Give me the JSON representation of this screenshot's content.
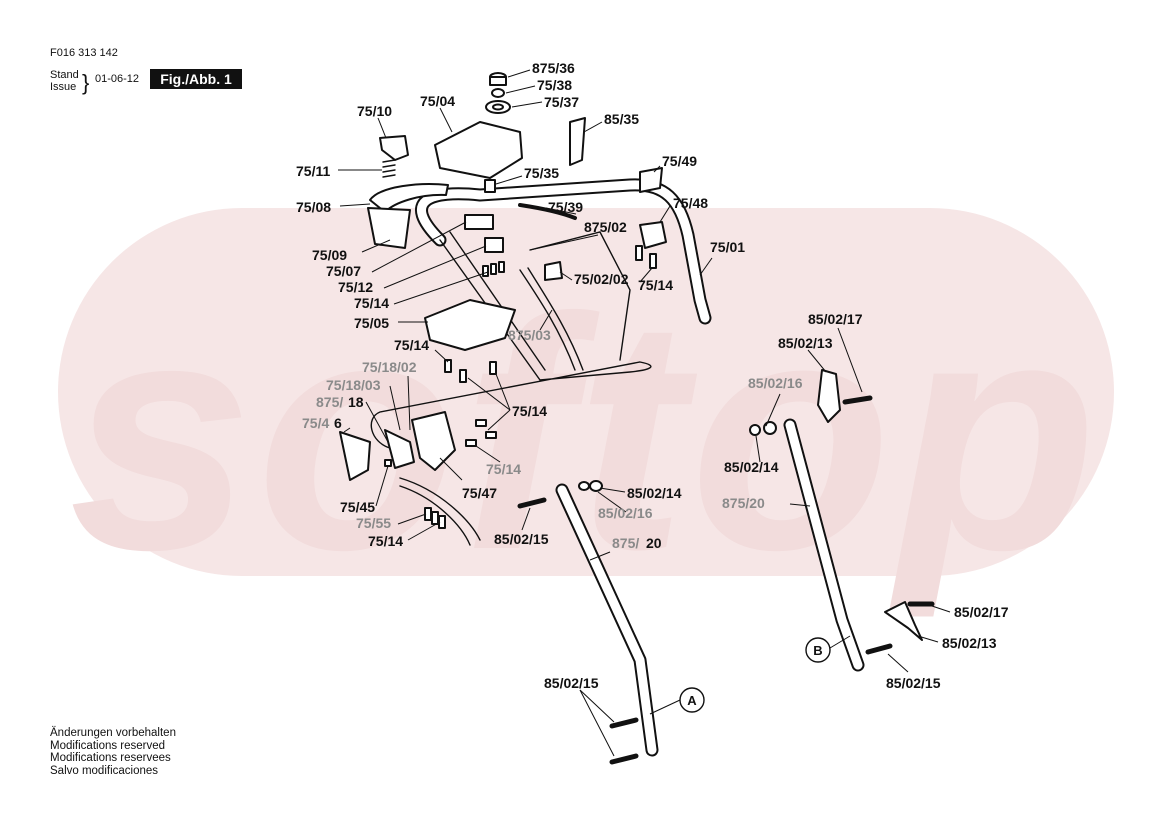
{
  "header": {
    "doc_number": "F016 313 142",
    "stand_label": "Stand",
    "issue_label": "Issue",
    "brace": "}",
    "date": "01-06-12",
    "figure_label": "Fig./Abb. 1"
  },
  "watermark": {
    "text": "softop",
    "color": "#f2dcdc",
    "frame_color": "#f6e6e6"
  },
  "callouts": [
    {
      "id": "c1",
      "text": "875/36",
      "faded": false
    },
    {
      "id": "c2",
      "text": "75/38",
      "faded": false
    },
    {
      "id": "c3",
      "text": "75/37",
      "faded": false
    },
    {
      "id": "c4",
      "text": "85/35",
      "faded": false
    },
    {
      "id": "c5",
      "text": "75/10",
      "faded": false
    },
    {
      "id": "c6",
      "text": "75/04",
      "faded": false
    },
    {
      "id": "c7",
      "text": "75/11",
      "faded": false
    },
    {
      "id": "c8",
      "text": "75/35",
      "faded": false
    },
    {
      "id": "c9",
      "text": "75/49",
      "faded": false
    },
    {
      "id": "c10",
      "text": "75/08",
      "faded": false
    },
    {
      "id": "c11",
      "text": "75/39",
      "faded": false
    },
    {
      "id": "c12",
      "text": "75/48",
      "faded": false
    },
    {
      "id": "c13",
      "text": "875/02",
      "faded": false
    },
    {
      "id": "c14",
      "text": "75/09",
      "faded": false
    },
    {
      "id": "c15",
      "text": "75/01",
      "faded": false
    },
    {
      "id": "c16",
      "text": "75/07",
      "faded": false
    },
    {
      "id": "c17",
      "text": "75/02/02",
      "faded": false
    },
    {
      "id": "c18",
      "text": "75/12",
      "faded": false
    },
    {
      "id": "c19",
      "text": "75/14",
      "faded": false
    },
    {
      "id": "c20",
      "text": "75/14",
      "faded": false
    },
    {
      "id": "c21",
      "text": "75/05",
      "faded": false
    },
    {
      "id": "c22",
      "text": "875/03",
      "faded": true
    },
    {
      "id": "c23",
      "text": "85/02/17",
      "faded": false
    },
    {
      "id": "c24",
      "text": "75/14",
      "faded": false
    },
    {
      "id": "c25",
      "text": "85/02/13",
      "faded": false
    },
    {
      "id": "c26",
      "text": "75/18/02",
      "faded": true
    },
    {
      "id": "c27",
      "text": "85/02/16",
      "faded": true
    },
    {
      "id": "c28",
      "text": "75/18/03",
      "faded": true
    },
    {
      "id": "c29",
      "text": "875/",
      "faded": true
    },
    {
      "id": "c30",
      "text": "18",
      "faded": false
    },
    {
      "id": "c31",
      "text": "75/14",
      "faded": false
    },
    {
      "id": "c32",
      "text": "75/4",
      "faded": true
    },
    {
      "id": "c33",
      "text": "6",
      "faded": false
    },
    {
      "id": "c34",
      "text": "75/14",
      "faded": true
    },
    {
      "id": "c35",
      "text": "85/02/14",
      "faded": false
    },
    {
      "id": "c36",
      "text": "75/47",
      "faded": false
    },
    {
      "id": "c37",
      "text": "85/02/14",
      "faded": false
    },
    {
      "id": "c38",
      "text": "875/20",
      "faded": true
    },
    {
      "id": "c39",
      "text": "75/45",
      "faded": false
    },
    {
      "id": "c40",
      "text": "85/02/16",
      "faded": true
    },
    {
      "id": "c41",
      "text": "75/55",
      "faded": true
    },
    {
      "id": "c42",
      "text": "75/14",
      "faded": false
    },
    {
      "id": "c43",
      "text": "85/02/15",
      "faded": false
    },
    {
      "id": "c44",
      "text": "875/",
      "faded": true
    },
    {
      "id": "c45",
      "text": "20",
      "faded": false
    },
    {
      "id": "c46",
      "text": "85/02/17",
      "faded": false
    },
    {
      "id": "c47",
      "text": "85/02/13",
      "faded": false
    },
    {
      "id": "c48",
      "text": "85/02/15",
      "faded": false
    },
    {
      "id": "c49",
      "text": "85/02/15",
      "faded": false
    }
  ],
  "markers": [
    {
      "id": "A",
      "letter": "A"
    },
    {
      "id": "B",
      "letter": "B"
    }
  ],
  "notice": [
    "Änderungen vorbehalten",
    "Modifications reserved",
    "Modifications reservees",
    "Salvo modificaciones"
  ]
}
